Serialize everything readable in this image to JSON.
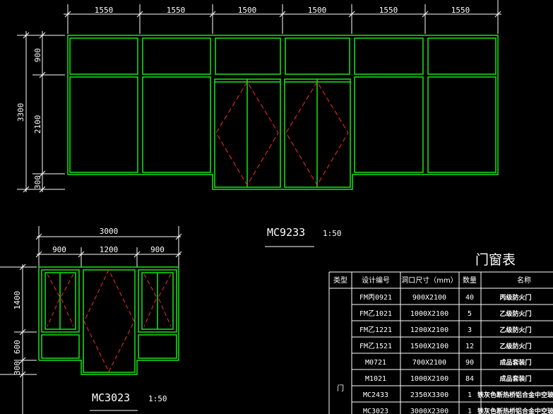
{
  "colors": {
    "frame": "#19e619",
    "dimension": "#ffffff",
    "swing": "#ff2a2a",
    "background": "#000000"
  },
  "mc9233": {
    "label": "MC9233",
    "scale": "1:50",
    "top_dims": [
      "1550",
      "1550",
      "1500",
      "1500",
      "1550",
      "1550"
    ],
    "left_total": "3300",
    "left_dims": [
      "900",
      "2100",
      "300"
    ]
  },
  "mc3023": {
    "label": "MC3023",
    "scale": "1:50",
    "total_width": "3000",
    "top_dims": [
      "900",
      "1200",
      "900"
    ],
    "left_dims": [
      "1400",
      "600",
      "300"
    ]
  },
  "schedule": {
    "title": "门窗表",
    "headers": [
      "类型",
      "设计编号",
      "洞口尺寸（mm）",
      "数量",
      "名称"
    ],
    "type_label": "门",
    "rows": [
      {
        "code": "FM丙0921",
        "size": "900X2100",
        "qty": "40",
        "name": "丙级防火门"
      },
      {
        "code": "FM乙1021",
        "size": "1000X2100",
        "qty": "5",
        "name": "乙级防火门"
      },
      {
        "code": "FM乙1221",
        "size": "1200X2100",
        "qty": "3",
        "name": "乙级防火门"
      },
      {
        "code": "FM乙1521",
        "size": "1500X2100",
        "qty": "12",
        "name": "乙级防火门"
      },
      {
        "code": "M0721",
        "size": "700X2100",
        "qty": "90",
        "name": "成品套装门"
      },
      {
        "code": "M1021",
        "size": "1000X2100",
        "qty": "84",
        "name": "成品套装门"
      },
      {
        "code": "MC2433",
        "size": "2350X3300",
        "qty": "1",
        "name": "铁灰色断热桥铝合金中空玻"
      },
      {
        "code": "MC3023",
        "size": "3000X2300",
        "qty": "1",
        "name": "铁灰色断热桥铝合金中空玻"
      }
    ]
  }
}
